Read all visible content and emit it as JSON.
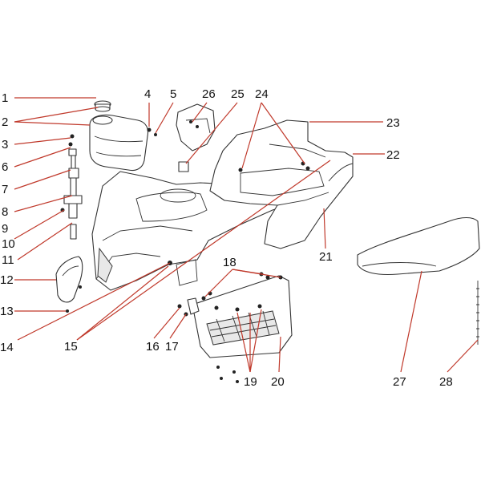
{
  "diagram": {
    "accent_color": "#c0392b",
    "line_color": "#333333",
    "parts": [
      {
        "id": "gas-cap",
        "icon": "gas-cap-icon"
      },
      {
        "id": "fuel-tank",
        "icon": "fuel-tank-icon"
      },
      {
        "id": "fuel-valve",
        "icon": "fuel-valve-icon"
      },
      {
        "id": "side-cover",
        "icon": "side-cover-icon"
      },
      {
        "id": "front-fender",
        "icon": "front-fender-icon"
      },
      {
        "id": "rear-fender",
        "icon": "rear-fender-icon"
      },
      {
        "id": "headlight-cover",
        "icon": "headlight-cover-icon"
      },
      {
        "id": "footrest",
        "icon": "footrest-icon"
      },
      {
        "id": "seat",
        "icon": "seat-icon"
      },
      {
        "id": "seat-strap",
        "icon": "seat-strap-icon"
      }
    ],
    "callouts": [
      {
        "label": "1"
      },
      {
        "label": "2"
      },
      {
        "label": "3"
      },
      {
        "label": "4"
      },
      {
        "label": "5"
      },
      {
        "label": "6"
      },
      {
        "label": "7"
      },
      {
        "label": "8"
      },
      {
        "label": "9"
      },
      {
        "label": "10"
      },
      {
        "label": "11"
      },
      {
        "label": "12"
      },
      {
        "label": "13"
      },
      {
        "label": "14"
      },
      {
        "label": "15"
      },
      {
        "label": "16"
      },
      {
        "label": "17"
      },
      {
        "label": "18"
      },
      {
        "label": "19"
      },
      {
        "label": "20"
      },
      {
        "label": "21"
      },
      {
        "label": "22"
      },
      {
        "label": "23"
      },
      {
        "label": "24"
      },
      {
        "label": "25"
      },
      {
        "label": "26"
      },
      {
        "label": "27"
      },
      {
        "label": "28"
      }
    ]
  }
}
